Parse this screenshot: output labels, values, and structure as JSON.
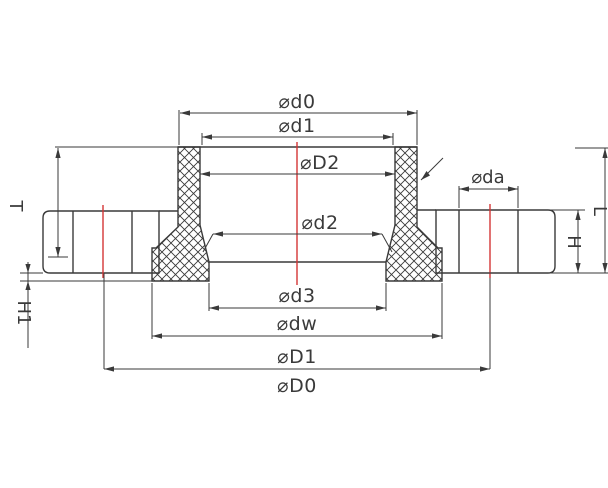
{
  "drawing": {
    "kind": "engineering-cross-section",
    "subject": "PVC van-stone flange adapter with loose backing ring, full section view",
    "colors": {
      "line": "#3a3a3a",
      "centerline": "#d43535",
      "background": "#ffffff",
      "hatch": "#3a3a3a"
    },
    "dimensions": {
      "d0": {
        "label": "⌀d0"
      },
      "d1": {
        "label": "⌀d1"
      },
      "D2": {
        "label": "⌀D2"
      },
      "d2": {
        "label": "⌀d2"
      },
      "d3": {
        "label": "⌀d3"
      },
      "dw": {
        "label": "⌀dw"
      },
      "D1": {
        "label": "⌀D1"
      },
      "D0": {
        "label": "⌀D0"
      },
      "da": {
        "label": "⌀da"
      },
      "H": {
        "label": "H"
      },
      "H1": {
        "label": "H1"
      },
      "L": {
        "label": "L"
      },
      "T": {
        "label": "T"
      }
    }
  }
}
